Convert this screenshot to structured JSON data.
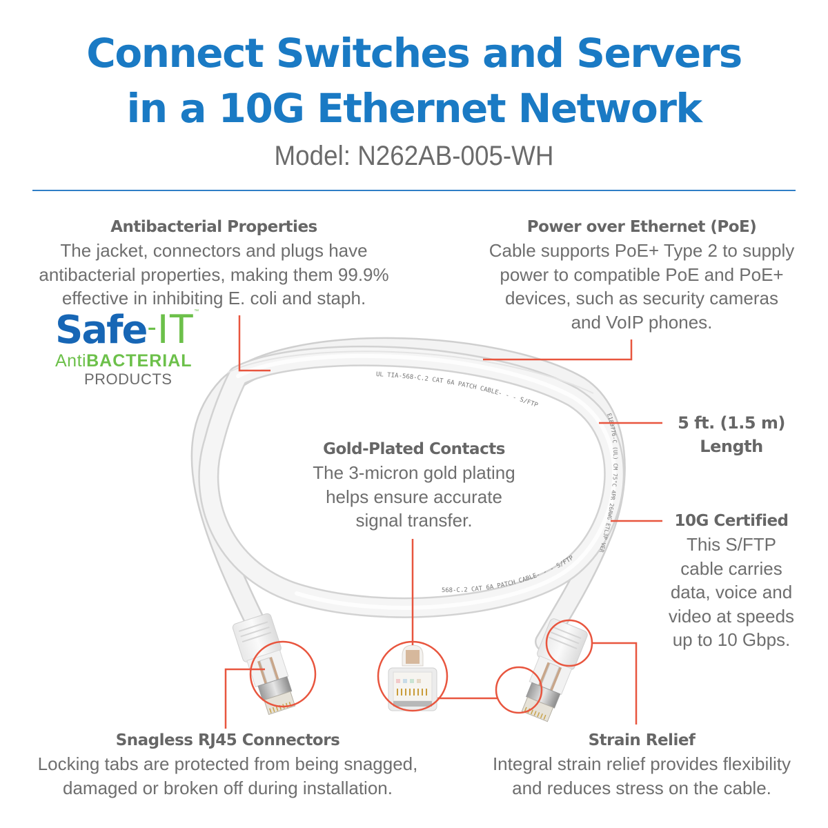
{
  "header": {
    "title_line1": "Connect Switches and Servers",
    "title_line2": "in a 10G Ethernet Network",
    "model": "Model: N262AB-005-WH"
  },
  "logo": {
    "brand_main": "Safe",
    "brand_dash": "-",
    "brand_suffix": "IT",
    "trademark": "™",
    "tagline_light": "Anti",
    "tagline_bold": "BACTERIAL",
    "tagline_sub": "PRODUCTS"
  },
  "callouts": {
    "antibacterial": {
      "heading": "Antibacterial Properties",
      "lines": [
        "The jacket, connectors and plugs have",
        "antibacterial properties, making them 99.9%",
        "effective in inhibiting E. coli and staph."
      ]
    },
    "poe": {
      "heading": "Power over Ethernet (PoE)",
      "lines": [
        "Cable supports PoE+ Type 2 to supply",
        "power to compatible PoE and PoE+",
        "devices, such as security cameras",
        "and VoIP phones."
      ]
    },
    "gold": {
      "heading": "Gold-Plated Contacts",
      "lines": [
        "The 3-micron gold plating",
        "helps ensure accurate",
        "signal transfer."
      ]
    },
    "length": {
      "heading_lines": [
        "5 ft. (1.5 m)",
        "Length"
      ]
    },
    "certified": {
      "heading": "10G Certified",
      "lines": [
        "This S/FTP",
        "cable carries",
        "data, voice and",
        "video at speeds",
        "up to 10 Gbps."
      ]
    },
    "rj45": {
      "heading": "Snagless RJ45 Connectors",
      "lines": [
        "Locking tabs are protected from being snagged,",
        "damaged or broken off during installation."
      ]
    },
    "strain": {
      "heading": "Strain Relief",
      "lines": [
        "Integral strain relief provides flexibility",
        "and reduces stress on the cable."
      ]
    }
  },
  "cable_print": {
    "upper": "UL TIA-568-C.2 CAT 6A PATCH CABLE- - - S/FTP",
    "lower": "568-C.2 CAT 6A PATCH CABLE- - - S/FTP",
    "right": "E183776-C (UL) CM 75°C 4PR 26AWG ETL3P VER"
  },
  "colors": {
    "title": "#1a7ac4",
    "divider": "#2f7ec6",
    "accent": "#e8553e",
    "text": "#666666",
    "logo_blue": "#1766b5",
    "logo_green": "#6cc04a"
  }
}
